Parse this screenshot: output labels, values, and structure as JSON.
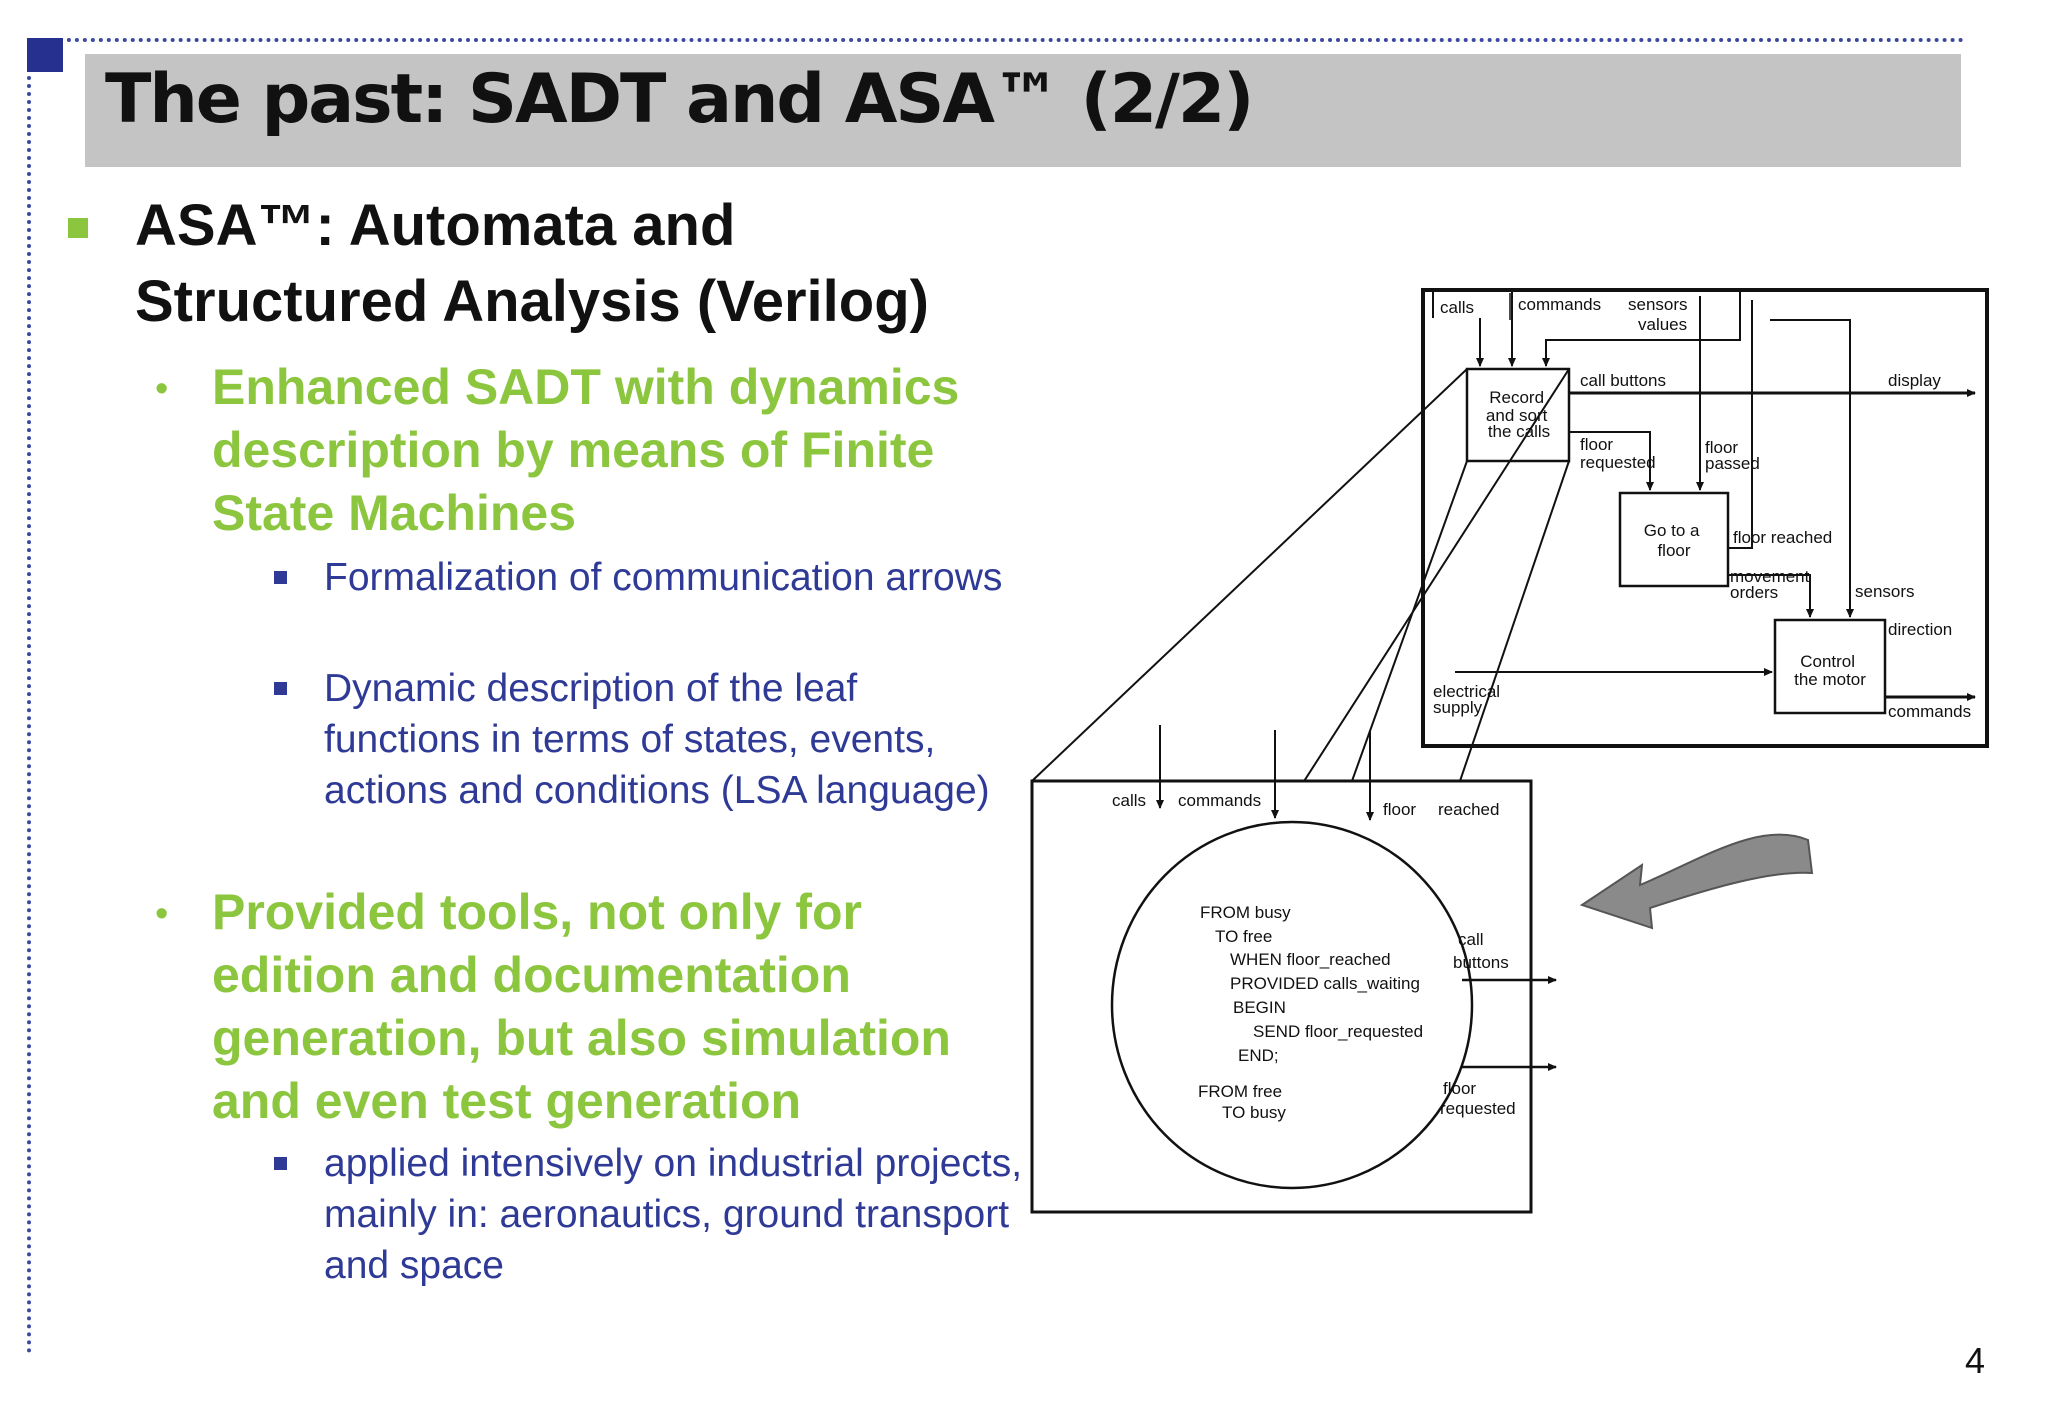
{
  "slide": {
    "title": "The past: SADT and ASA™ (2/2)",
    "page_number": "4",
    "heading": "ASA™: Automata and Structured Analysis (Verilog)",
    "points": [
      {
        "text": " Enhanced SADT with dynamics description by means of Finite State Machines",
        "subpoints": [
          "Formalization of communication arrows",
          "Dynamic description of the leaf functions in terms of states, events, actions and conditions (LSA language)"
        ]
      },
      {
        "text": "Provided tools, not only for edition and documentation generation, but also simulation and even test generation",
        "subpoints": [
          "applied intensively on industrial projects, mainly in: aeronautics, ground transport and space"
        ]
      }
    ]
  },
  "diagram": {
    "top": {
      "inputs": [
        "calls",
        "commands",
        "sensors",
        "values"
      ],
      "boxes": [
        {
          "label_lines": [
            "Record",
            "and sort",
            "the calls"
          ]
        },
        {
          "label_lines": [
            "Go to a",
            "floor"
          ]
        },
        {
          "label_lines": [
            "Control",
            "the motor"
          ]
        }
      ],
      "arrow_labels": {
        "call_buttons": "call buttons",
        "display": "display",
        "floor_requested": [
          "floor",
          "requested"
        ],
        "floor_passed": [
          "floor",
          "passed"
        ],
        "floor_reached": "floor reached",
        "movement_orders": [
          "movement",
          "orders"
        ],
        "sensors": "sensors",
        "direction": "direction",
        "electrical_supply": [
          "electrical",
          "supply"
        ],
        "commands_out": "commands"
      }
    },
    "detail": {
      "inputs": [
        "calls",
        "commands",
        "floor",
        "reached"
      ],
      "outputs": {
        "call_buttons": [
          "call",
          "buttons"
        ],
        "floor_requested": [
          "floor",
          "requested"
        ]
      },
      "code_lines": [
        "FROM busy",
        "TO  free",
        "WHEN floor_reached",
        "PROVIDED calls_waiting",
        "BEGIN",
        "SEND  floor_requested",
        "END;",
        "FROM free",
        "TO busy"
      ]
    }
  },
  "colors": {
    "accent_green": "#8cc63f",
    "text_blue": "#2e3a96",
    "frame_blue": "#3b4aa0",
    "title_bar": "#c4c4c4"
  }
}
